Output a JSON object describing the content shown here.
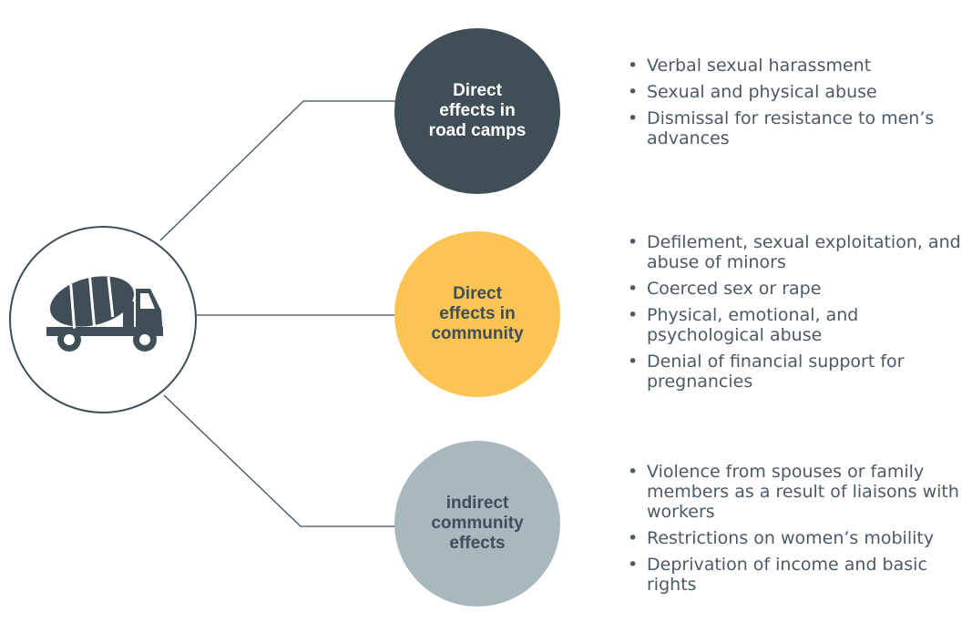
{
  "hub": {
    "icon": "cement-mixer-truck-icon"
  },
  "categories": [
    {
      "label": "Direct effects in road camps",
      "color": "#3f4e57",
      "effects": [
        "Verbal sexual harassment",
        "Sexual and physical abuse",
        "Dismissal for resistance to men’s advances"
      ]
    },
    {
      "label": "Direct effects in community",
      "color": "#fcc452",
      "effects": [
        "Defilement, sexual exploitation, and abuse of minors",
        "Coerced sex or rape",
        "Physical, emotional, and psychological abuse",
        "Denial of financial support for pregnancies"
      ]
    },
    {
      "label": "indirect community effects",
      "color": "#a9b7bf",
      "effects": [
        "Violence from spouses or family members as a result of liaisons with workers",
        "Restrictions on women’s mobility",
        "Deprivation of income and basic rights"
      ]
    }
  ]
}
